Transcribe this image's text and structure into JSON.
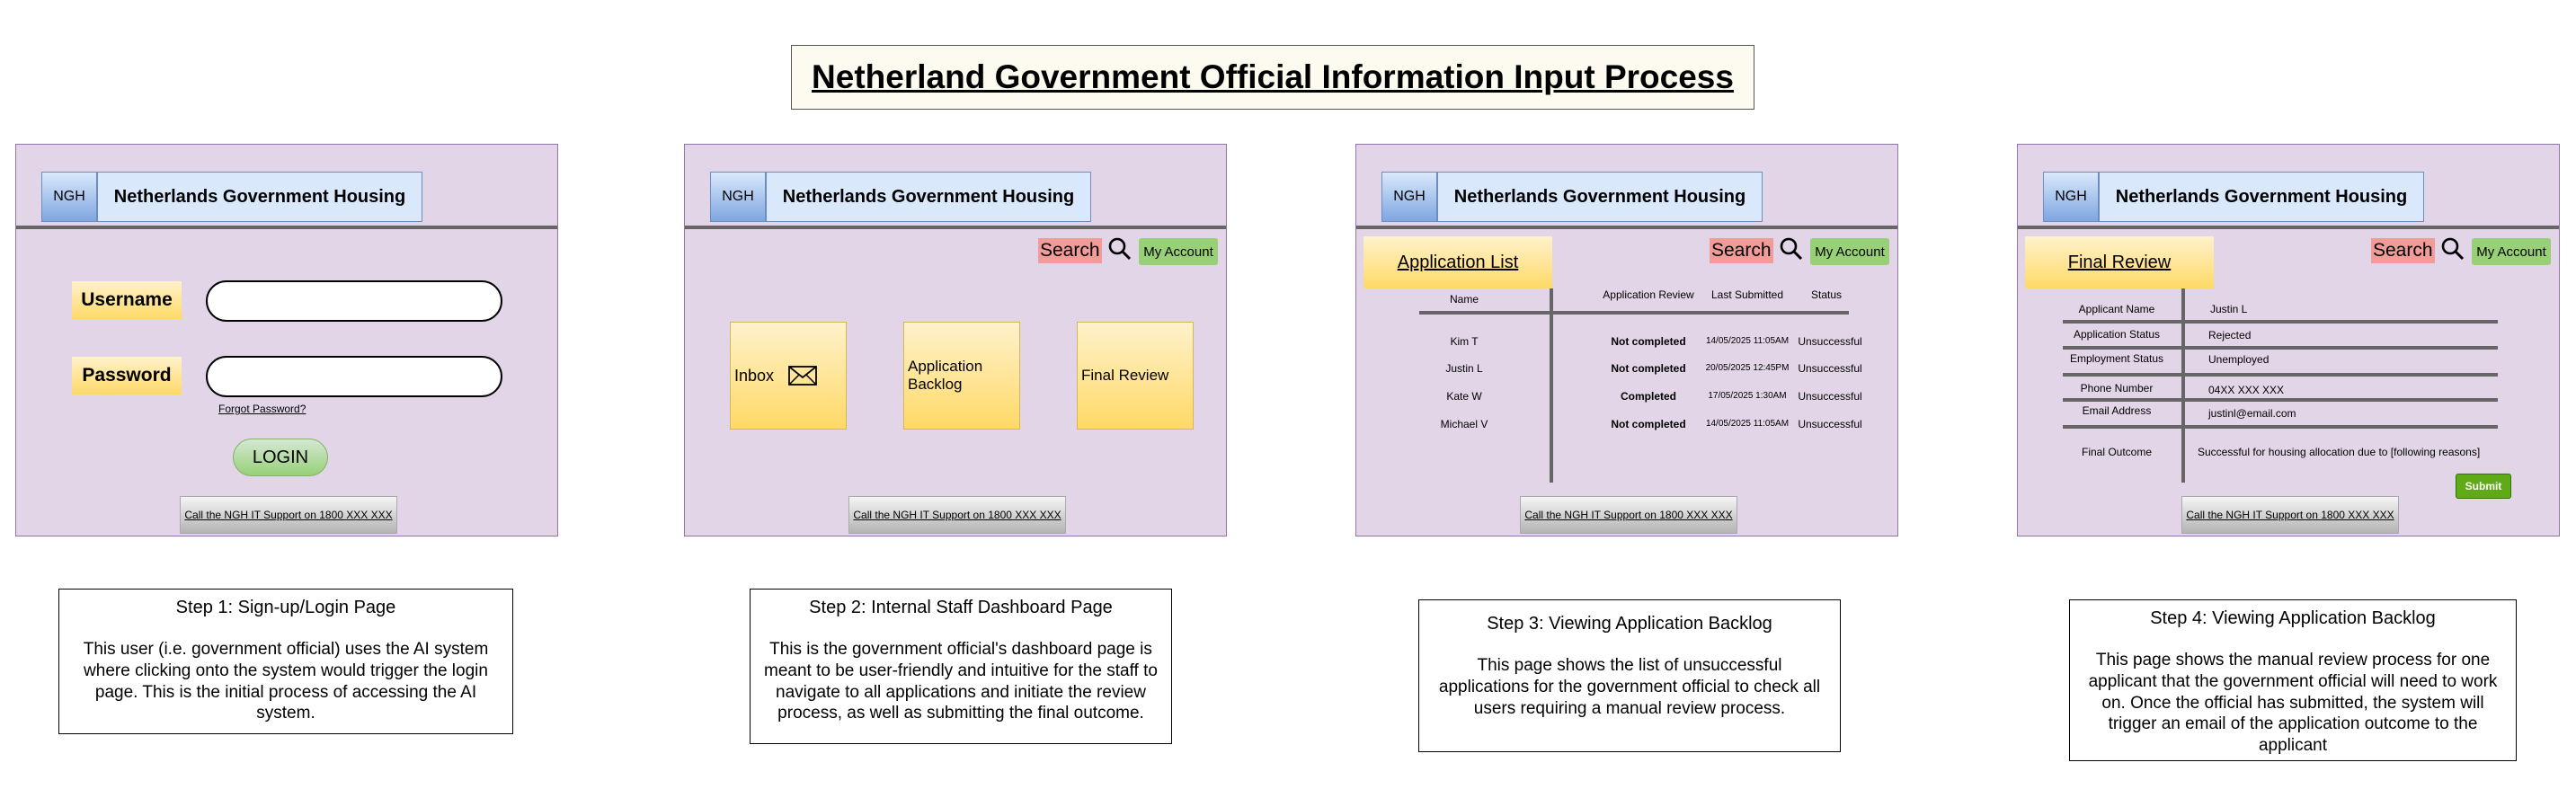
{
  "title": "Netherland Government Official Information Input Process",
  "common": {
    "ngh": "NGH",
    "housing": "Netherlands Government Housing",
    "support": "Call the NGH IT Support on 1800 XXX XXX",
    "search": "Search",
    "my_account": "My Account"
  },
  "panel1": {
    "username": "Username",
    "password": "Password",
    "forgot": "Forgot Password?",
    "login": "LOGIN"
  },
  "panel2": {
    "inbox": "Inbox",
    "backlog": "Application Backlog",
    "final_review": "Final Review"
  },
  "panel3": {
    "list_title": "Application List",
    "headers": {
      "name": "Name",
      "review": "Application Review",
      "submitted": "Last Submitted",
      "status": "Status"
    },
    "rows": [
      {
        "name": "Kim T",
        "review": "Not completed",
        "submitted": "14/05/2025 11:05AM",
        "status": "Unsuccessful"
      },
      {
        "name": "Justin L",
        "review": "Not completed",
        "submitted": "20/05/2025 12:45PM",
        "status": "Unsuccessful"
      },
      {
        "name": "Kate W",
        "review": "Completed",
        "submitted": "17/05/2025 1:30AM",
        "status": "Unsuccessful"
      },
      {
        "name": "Michael V",
        "review": "Not completed",
        "submitted": "14/05/2025 11:05AM",
        "status": "Unsuccessful"
      }
    ]
  },
  "panel4": {
    "title": "Final Review",
    "fields": [
      {
        "label": "Applicant Name",
        "value": "Justin L"
      },
      {
        "label": "Application Status",
        "value": "Rejected"
      },
      {
        "label": "Employment Status",
        "value": "Unemployed"
      },
      {
        "label": "Phone Number",
        "value": "04XX XXX XXX"
      },
      {
        "label": "Email Address",
        "value": "justinl@email.com"
      },
      {
        "label": "Final Outcome",
        "value": "Successful for housing allocation due to [following reasons]"
      }
    ],
    "submit": "Submit"
  },
  "steps": [
    {
      "head": "Step 1: Sign-up/Login Page",
      "body": "This user (i.e. government official) uses the AI system where clicking onto the system would trigger the login page. This is the initial process of accessing the AI system."
    },
    {
      "head": "Step 2: Internal Staff Dashboard Page",
      "body": "This is the government official's dashboard page is meant to be user-friendly and intuitive for the staff to navigate to all applications and initiate the review process, as well as submitting the final outcome."
    },
    {
      "head": "Step 3: Viewing Application Backlog",
      "body": "This page shows the list of unsuccessful applications for the government official to check all users requiring a manual review process."
    },
    {
      "head": "Step 4: Viewing Application Backlog",
      "body": "This page shows the manual review process for one applicant that the government official will need to work on. Once the official has submitted, the system will trigger an email of the application outcome to the applicant"
    }
  ]
}
